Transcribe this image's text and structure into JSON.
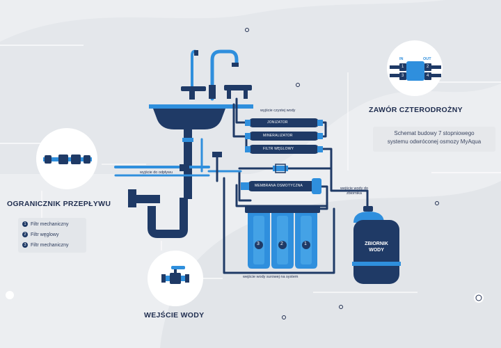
{
  "colors": {
    "background": "#eceef1",
    "navy": "#1f3a66",
    "blue": "#2f8fdd",
    "light_blue": "#5ab6f0",
    "text": "#1f2d4f"
  },
  "labels": {
    "four_way_valve": "ZAWÓR CZTERODROŻNY",
    "flow_limiter": "OGRANICZNIK PRZEPŁYWU",
    "water_inlet": "WEJŚCIE WODY",
    "tank": "ZBIORNIK WODY",
    "clean_water_out": "wyjście czystej wody",
    "drain_out": "wyjście do odpływu",
    "tank_in_out": "wejście wody do zbiornika",
    "raw_water_in": "wejście wody surowej na system"
  },
  "modules": {
    "ionizer": "JONIZATOR",
    "mineralizer": "MINERALIZATOR",
    "carbon_filter": "FILTR WĘGLOWY",
    "membrane": "MEMBRANA OSMOTYCZNA"
  },
  "valve": {
    "in_label": "IN",
    "out_label": "OUT",
    "ports": [
      "1",
      "2",
      "3",
      "4"
    ]
  },
  "legend": [
    {
      "num": "1",
      "text": "Filtr mechaniczny"
    },
    {
      "num": "2",
      "text": "Filtr węglowy"
    },
    {
      "num": "3",
      "text": "Filtr mechaniczny"
    }
  ],
  "cartridges": [
    "3",
    "2",
    "1"
  ],
  "description": {
    "line1": "Schemat budowy 7 stopniowego",
    "line2": "systemu odwróconej osmozy MyAqua"
  }
}
